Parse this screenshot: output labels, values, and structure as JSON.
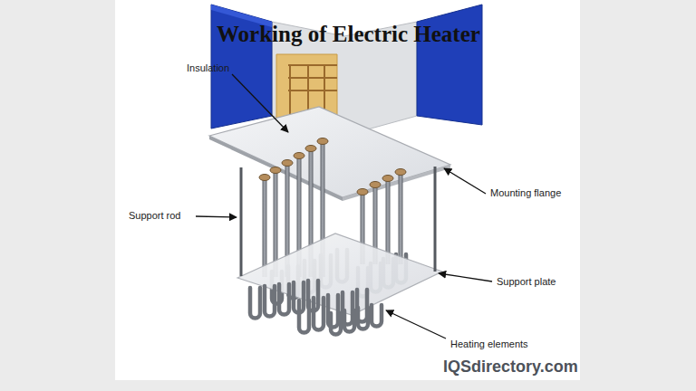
{
  "diagram": {
    "title": "Working of Electric Heater",
    "labels": [
      "Insulation",
      "Mounting flange",
      "Support rod",
      "Support plate",
      "Heating elements",
      "IQSdirectory.com"
    ]
  }
}
